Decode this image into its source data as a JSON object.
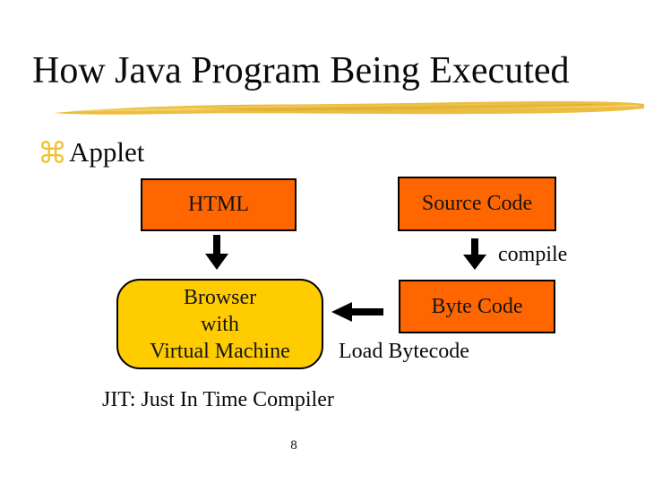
{
  "slide": {
    "title": "How Java Program Being Executed",
    "bullet": {
      "marker": "⌘",
      "label": "Applet"
    },
    "boxes": {
      "html": {
        "label": "HTML"
      },
      "source": {
        "label": "Source Code"
      },
      "byte": {
        "label": "Byte Code"
      },
      "browser": {
        "lines": [
          "Browser",
          "with",
          "Virtual Machine"
        ]
      }
    },
    "labels": {
      "compile": "compile",
      "load_bytecode": "Load Bytecode",
      "jit": "JIT: Just In Time Compiler"
    },
    "icons": {
      "bullet_marker": "command-sign",
      "arrow_down": "solid black down arrow",
      "arrow_left": "solid black left arrow",
      "brush_stroke": "gold paint stroke underline"
    },
    "page_number": "8",
    "colors": {
      "background": "#ffffff",
      "box_orange": "#ff6600",
      "box_yellow": "#ffcc00",
      "bullet_gold": "#efc231",
      "brush_main": "#ecbd40",
      "brush_light": "#f5d469",
      "brush_dark": "#d9a321",
      "text": "#0a0a0a"
    }
  }
}
